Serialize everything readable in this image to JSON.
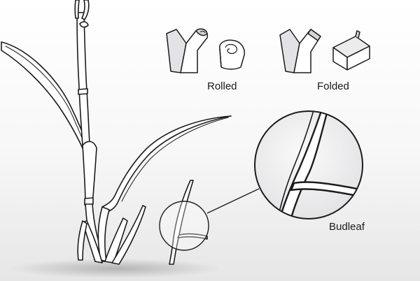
{
  "labels": {
    "rolled": "Rolled",
    "folded": "Folded",
    "budleaf": "Budleaf"
  },
  "colors": {
    "background_top": "#ffffff",
    "background_bottom": "#e9e9ea",
    "stroke": "#1c1c1c",
    "leaf_fill": "#ffffff",
    "leaf_shade": "#d9d9db",
    "lens_fill": "#f2f2f3"
  }
}
